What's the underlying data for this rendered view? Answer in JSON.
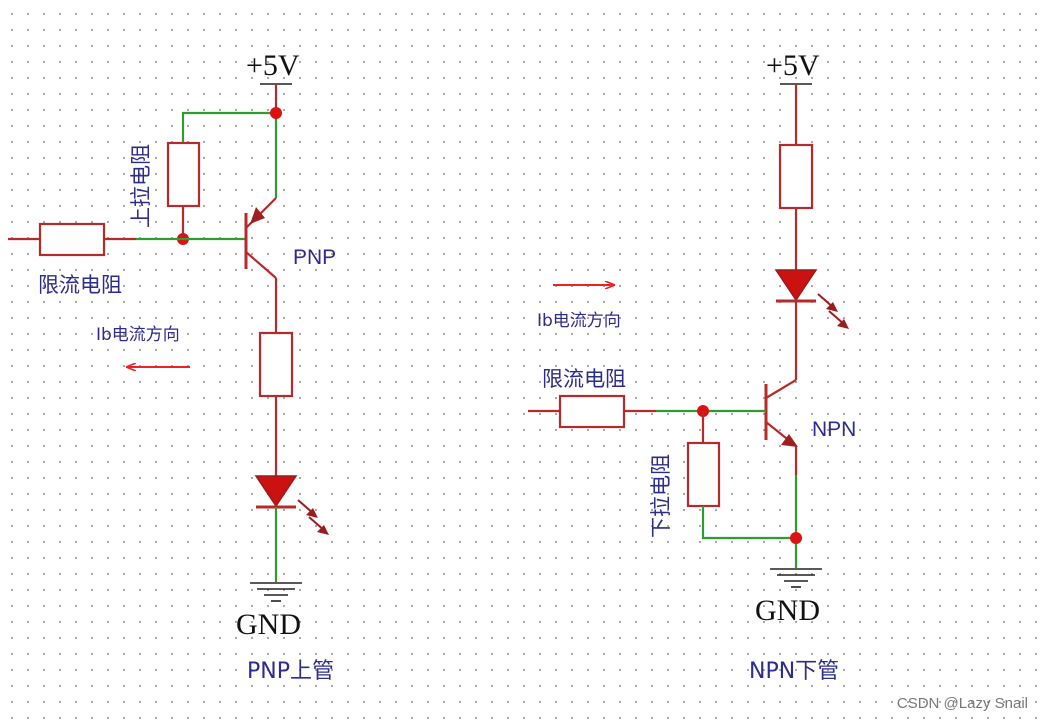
{
  "left_circuit": {
    "supply": "+5V",
    "ground": "GND",
    "pullup_label": "上拉电阻",
    "limit_label": "限流电阻",
    "current_label": "Ib电流方向",
    "transistor": "PNP",
    "title": "PNP上管"
  },
  "right_circuit": {
    "supply": "+5V",
    "ground": "GND",
    "pulldown_label": "下拉电阻",
    "limit_label": "限流电阻",
    "current_label": "Ib电流方向",
    "transistor": "NPN",
    "title": "NPN下管"
  },
  "watermark": "CSDN @Lazy Snail",
  "colors": {
    "wire": "#b52a2a",
    "connection": "#2e9c2e",
    "node": "#dd1111",
    "label": "#2c2c8c",
    "current_arrow": "#ee2222"
  }
}
